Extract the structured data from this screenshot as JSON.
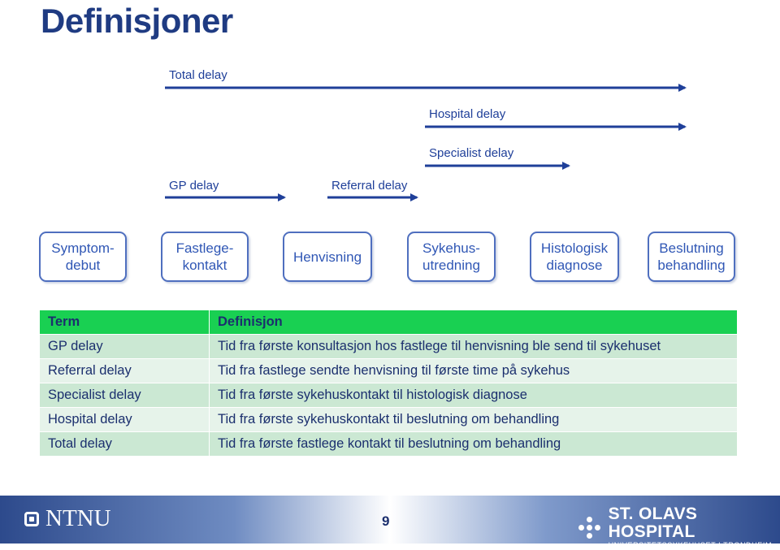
{
  "page": {
    "title": "Definisjoner",
    "page_number": "9"
  },
  "delays": {
    "total": "Total delay",
    "hospital": "Hospital delay",
    "specialist": "Specialist delay",
    "gp": "GP delay",
    "referral": "Referral delay"
  },
  "steps": [
    {
      "label": "Symptom-\ndebut"
    },
    {
      "label": "Fastlege-\nkontakt"
    },
    {
      "label": "Henvisning"
    },
    {
      "label": "Sykehus-\nutredning"
    },
    {
      "label": "Histologisk\ndiagnose"
    },
    {
      "label": "Beslutning\nbehandling"
    }
  ],
  "table": {
    "headers": [
      "Term",
      "Definisjon"
    ],
    "rows": [
      [
        "GP delay",
        "Tid fra første konsultasjon hos fastlege til henvisning ble send til sykehuset"
      ],
      [
        "Referral delay",
        "Tid fra fastlege sendte henvisning til første time på sykehus"
      ],
      [
        "Specialist delay",
        "Tid fra første sykehuskontakt til histologisk diagnose"
      ],
      [
        "Hospital delay",
        "Tid fra første sykehuskontakt til beslutning om behandling"
      ],
      [
        "Total delay",
        "Tid fra første fastlege kontakt til beslutning om behandling"
      ]
    ]
  },
  "footer": {
    "left_logo": "NTNU",
    "right_logo_line1": "ST. OLAVS HOSPITAL",
    "right_logo_line2": "UNIVERSITETSSYKEHUSET I TRONDHEIM"
  },
  "colors": {
    "title": "#1f3b82",
    "arrow": "#1f3f99",
    "header": "#19d052",
    "row_dark": "#cbe8d3",
    "row_light": "#e6f3ea"
  }
}
